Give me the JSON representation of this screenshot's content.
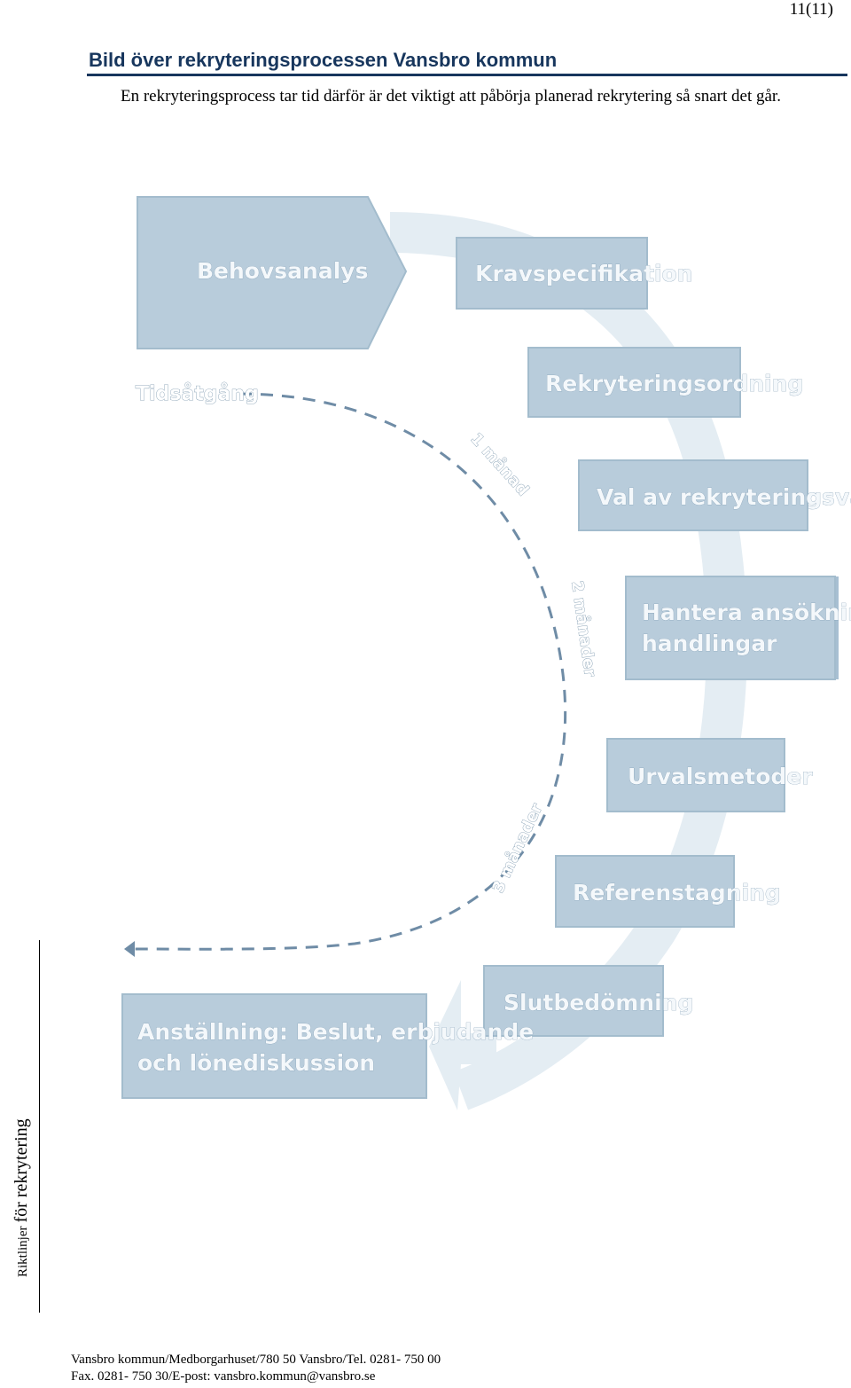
{
  "page_number": "11(11)",
  "heading": "Bild över rekryteringsprocessen Vansbro kommun",
  "intro": "En rekryteringsprocess tar tid därför är det viktigt att påbörja planerad rekrytering så snart det går.",
  "side_label": {
    "small": "Riktlinjer",
    "large": "för rekrytering"
  },
  "diagram": {
    "steps": [
      {
        "label": "Behovsanalys"
      },
      {
        "label": "Kravspecifikation"
      },
      {
        "label": "Rekryteringsordning"
      },
      {
        "label": "Val av rekryteringsväg"
      },
      {
        "label_line1": "Hantera ansöknings-",
        "label_line2": "handlingar"
      },
      {
        "label": "Urvalsmetoder"
      },
      {
        "label": "Referenstagning"
      },
      {
        "label": "Slutbedömning"
      },
      {
        "label_line1": "Anställning: Beslut, erbjudande",
        "label_line2": "och lönediskussion"
      }
    ],
    "time_label": "Tidsåtgång",
    "time_marks": [
      "1 månad",
      "2 månader",
      "3 månader"
    ],
    "colors": {
      "box": "#b8ccdb",
      "arc": "#e4edf3",
      "dash": "#6f8ca6",
      "text": "#f4f8fb"
    }
  },
  "footer": {
    "line1": "Vansbro kommun/Medborgarhuset/780 50 Vansbro/Tel. 0281- 750 00",
    "line2": "Fax. 0281- 750 30/E-post: vansbro.kommun@vansbro.se"
  }
}
